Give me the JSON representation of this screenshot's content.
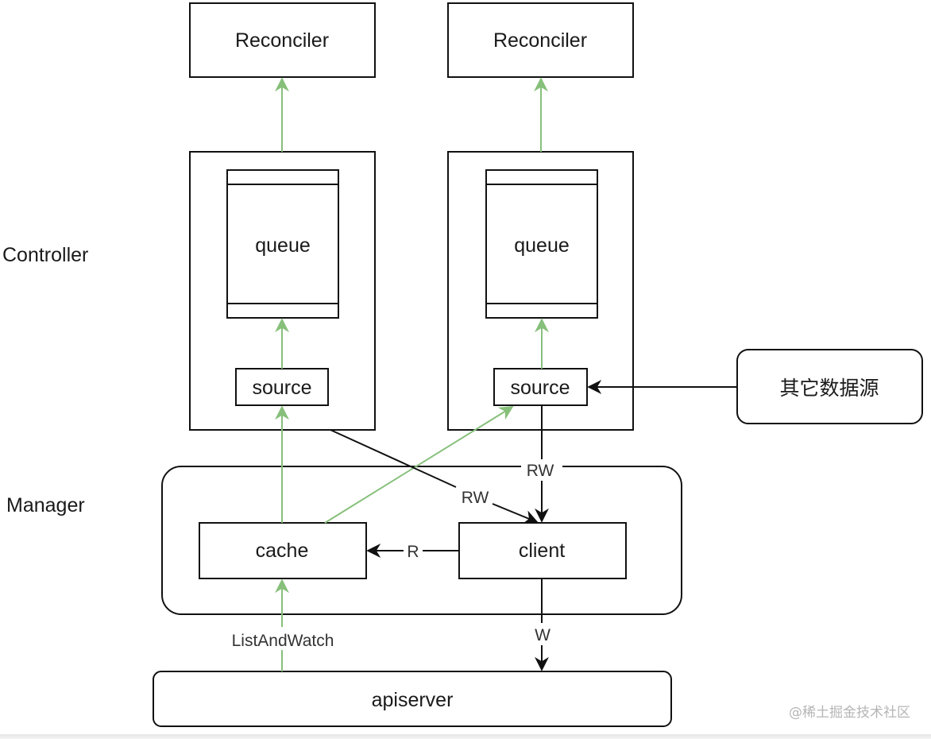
{
  "diagram": {
    "sections": {
      "controller_label": "Controller",
      "manager_label": "Manager"
    },
    "nodes": {
      "reconciler_left": "Reconciler",
      "reconciler_right": "Reconciler",
      "queue_left": "queue",
      "queue_right": "queue",
      "source_left": "source",
      "source_right": "source",
      "other_sources": "其它数据源",
      "cache": "cache",
      "client": "client",
      "apiserver": "apiserver"
    },
    "edges": {
      "rw_right": "RW",
      "rw_left": "RW",
      "r": "R",
      "w": "W",
      "list_and_watch": "ListAndWatch"
    },
    "colors": {
      "green_flow": "#86c07a",
      "black_flow": "#111111"
    }
  },
  "watermark": "@稀土掘金技术社区"
}
